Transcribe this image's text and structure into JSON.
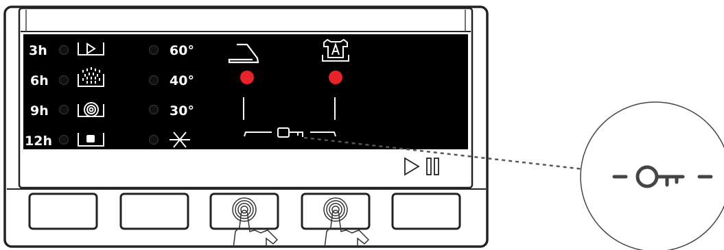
{
  "timer_options": [
    {
      "label": "3h",
      "icon": "delay-start-icon",
      "active": false
    },
    {
      "label": "6h",
      "icon": "rinse-icon",
      "active": false
    },
    {
      "label": "9h",
      "icon": "spin-icon",
      "active": false
    },
    {
      "label": "12h",
      "icon": "stop-icon",
      "active": false
    }
  ],
  "temperature_options": [
    {
      "label": "60°",
      "active": false
    },
    {
      "label": "40°",
      "active": false
    },
    {
      "label": "30°",
      "active": false
    },
    {
      "label": "",
      "icon": "cold-wash-snowflake-icon",
      "active": false
    }
  ],
  "option_indicators": [
    {
      "icon": "easy-iron-icon",
      "led_state": "on"
    },
    {
      "icon": "auto-shirt-icon",
      "led_state": "on"
    }
  ],
  "child_lock": {
    "icon": "key-icon",
    "linked_buttons": [
      3,
      4
    ]
  },
  "start_pause": {
    "icon": "play-pause-icon"
  },
  "buttons": [
    {
      "touch": false
    },
    {
      "touch": false
    },
    {
      "touch": true
    },
    {
      "touch": true
    },
    {
      "touch": false
    }
  ],
  "callout": {
    "icon": "key-icon"
  },
  "colors": {
    "display_background": "#000000",
    "led_on": "#e8232b",
    "led_off": "#1a1a1a",
    "outline": "#222222",
    "text": "#ffffff"
  }
}
